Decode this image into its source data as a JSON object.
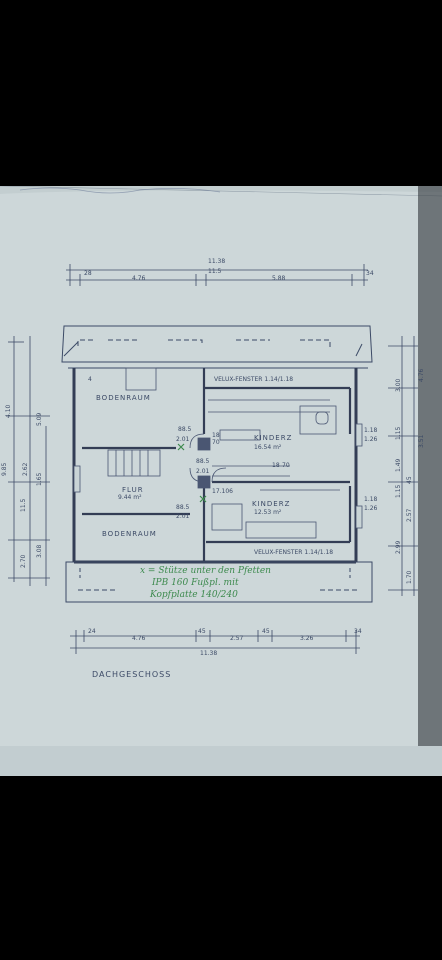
{
  "drawing": {
    "title": "DACHGESCHOSS",
    "top_dims": {
      "total": "11.38",
      "d1": "28",
      "d2": "4.76",
      "d3": "11.5",
      "d4": "5.88",
      "d5": "34"
    },
    "bottom_dims": {
      "total": "11.38",
      "d1": "24",
      "d2": "4.76",
      "d3": "45",
      "d4": "2.57",
      "d5": "45",
      "d6": "3.26",
      "d7": "34"
    },
    "rooms": [
      {
        "name": "BODENRAUM"
      },
      {
        "name": "KINDERZ",
        "area": "16.54 m²"
      },
      {
        "name": "FLUR",
        "area": "9.44 m²"
      },
      {
        "name": "KINDERZ",
        "area": "12.53 m²"
      },
      {
        "name": "BODENRAUM"
      }
    ],
    "windows": [
      {
        "label": "VELUX-FENSTER 1.14/1.18"
      },
      {
        "label": "VELUX-FENSTER 1.14/1.18"
      }
    ],
    "door_labels": [
      "88.5",
      "2.01",
      "88.5",
      "2.01",
      "88.5",
      "2.01",
      "1.18",
      "1.26",
      "1.18",
      "1.26"
    ],
    "misc_labels": [
      "18",
      "70",
      "17.106",
      "18",
      "70",
      "4"
    ],
    "left_dims": [
      "4.10",
      "5.09",
      "9.85",
      "2.62",
      "11.5",
      "1.65",
      "2.70",
      "3.08"
    ],
    "right_dims": [
      "3.00",
      "4.76",
      "1.15",
      "3.51",
      "1.49",
      "1.15",
      "45",
      "2.57",
      "2.99",
      "1.70"
    ],
    "handwritten": {
      "line1": "x = Stütze unter den Pfetten",
      "line2": "IPB 160 Fußpl. mit",
      "line3": "Kopfplatte 140/240"
    }
  }
}
